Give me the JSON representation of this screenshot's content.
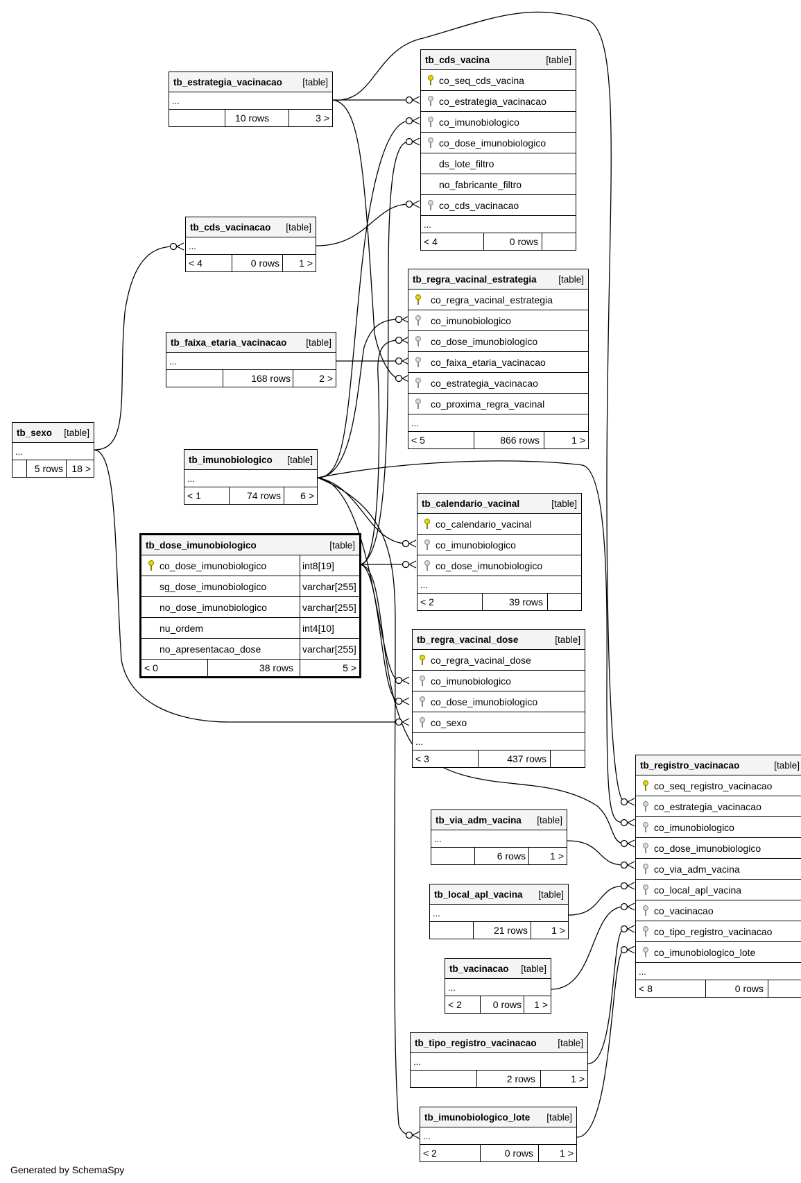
{
  "footer": {
    "generated_by": "Generated by SchemaSpy"
  },
  "tables": {
    "cds_vacina": {
      "name": "tb_cds_vacina",
      "type": "[table]",
      "columns": [
        "co_seq_cds_vacina",
        "co_estrategia_vacinacao",
        "co_imunobiologico",
        "co_dose_imunobiologico",
        "ds_lote_filtro",
        "no_fabricante_filtro",
        "co_cds_vacinacao"
      ],
      "more": "...",
      "parents": "< 4",
      "rows": "0 rows",
      "children": ""
    },
    "estrategia_vacinacao": {
      "name": "tb_estrategia_vacinacao",
      "type": "[table]",
      "more": "...",
      "parents": "",
      "rows": "10 rows",
      "children": "3 >"
    },
    "cds_vacinacao": {
      "name": "tb_cds_vacinacao",
      "type": "[table]",
      "more": "...",
      "parents": "< 4",
      "rows": "0 rows",
      "children": "1 >"
    },
    "regra_vacinal_estrategia": {
      "name": "tb_regra_vacinal_estrategia",
      "type": "[table]",
      "columns": [
        "co_regra_vacinal_estrategia",
        "co_imunobiologico",
        "co_dose_imunobiologico",
        "co_faixa_etaria_vacinacao",
        "co_estrategia_vacinacao",
        "co_proxima_regra_vacinal"
      ],
      "more": "...",
      "parents": "< 5",
      "rows": "866 rows",
      "children": "1 >"
    },
    "faixa_etaria_vacinacao": {
      "name": "tb_faixa_etaria_vacinacao",
      "type": "[table]",
      "more": "...",
      "parents": "",
      "rows": "168 rows",
      "children": "2 >"
    },
    "sexo": {
      "name": "tb_sexo",
      "type": "[table]",
      "more": "...",
      "parents": "",
      "rows": "5 rows",
      "children": "18 >"
    },
    "imunobiologico": {
      "name": "tb_imunobiologico",
      "type": "[table]",
      "more": "...",
      "parents": "< 1",
      "rows": "74 rows",
      "children": "6 >"
    },
    "calendario_vacinal": {
      "name": "tb_calendario_vacinal",
      "type": "[table]",
      "columns": [
        "co_calendario_vacinal",
        "co_imunobiologico",
        "co_dose_imunobiologico"
      ],
      "more": "...",
      "parents": "< 2",
      "rows": "39 rows",
      "children": ""
    },
    "dose_imunobiologico": {
      "name": "tb_dose_imunobiologico",
      "type": "[table]",
      "columns": [
        "co_dose_imunobiologico",
        "sg_dose_imunobiologico",
        "no_dose_imunobiologico",
        "nu_ordem",
        "no_apresentacao_dose"
      ],
      "column_types": [
        "int8[19]",
        "varchar[255]",
        "varchar[255]",
        "int4[10]",
        "varchar[255]"
      ],
      "parents": "< 0",
      "rows": "38 rows",
      "children": "5 >"
    },
    "regra_vacinal_dose": {
      "name": "tb_regra_vacinal_dose",
      "type": "[table]",
      "columns": [
        "co_regra_vacinal_dose",
        "co_imunobiologico",
        "co_dose_imunobiologico",
        "co_sexo"
      ],
      "more": "...",
      "parents": "< 3",
      "rows": "437 rows",
      "children": ""
    },
    "registro_vacinacao": {
      "name": "tb_registro_vacinacao",
      "type": "[table]",
      "columns": [
        "co_seq_registro_vacinacao",
        "co_estrategia_vacinacao",
        "co_imunobiologico",
        "co_dose_imunobiologico",
        "co_via_adm_vacina",
        "co_local_apl_vacina",
        "co_vacinacao",
        "co_tipo_registro_vacinacao",
        "co_imunobiologico_lote"
      ],
      "more": "...",
      "parents": "< 8",
      "rows": "0 rows",
      "children": ""
    },
    "via_adm_vacina": {
      "name": "tb_via_adm_vacina",
      "type": "[table]",
      "more": "...",
      "parents": "",
      "rows": "6 rows",
      "children": "1 >"
    },
    "local_apl_vacina": {
      "name": "tb_local_apl_vacina",
      "type": "[table]",
      "more": "...",
      "parents": "",
      "rows": "21 rows",
      "children": "1 >"
    },
    "vacinacao": {
      "name": "tb_vacinacao",
      "type": "[table]",
      "more": "...",
      "parents": "< 2",
      "rows": "0 rows",
      "children": "1 >"
    },
    "tipo_registro_vacinacao": {
      "name": "tb_tipo_registro_vacinacao",
      "type": "[table]",
      "more": "...",
      "parents": "",
      "rows": "2 rows",
      "children": "1 >"
    },
    "imunobiologico_lote": {
      "name": "tb_imunobiologico_lote",
      "type": "[table]",
      "more": "...",
      "parents": "< 2",
      "rows": "0 rows",
      "children": "1 >"
    }
  }
}
